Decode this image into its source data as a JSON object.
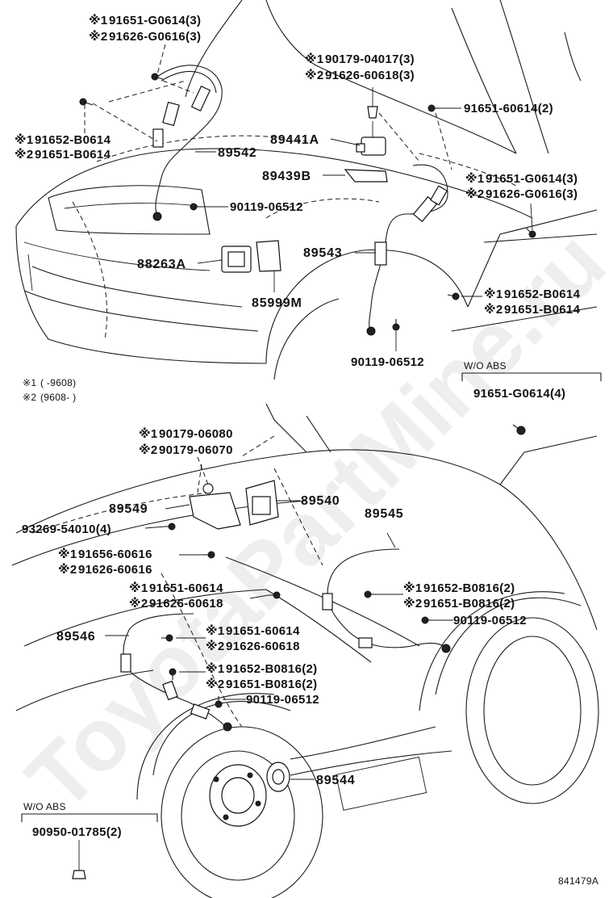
{
  "watermark": "ToyotaPartMine.ru",
  "drawing_number": "841479A",
  "legend": {
    "mark1": "※1",
    "mark2": "※2",
    "range1": "(      -9608)",
    "range2": "(9608-      )"
  },
  "variants": {
    "wo_abs_top": "W/O ABS",
    "wo_abs_bottom": "W/O ABS"
  },
  "parts": {
    "p1": "91651-G0614(3)",
    "p2": "91626-G0616(3)",
    "p3": "90179-04017(3)",
    "p4": "91626-60618(3)",
    "p5": "91651-60614(2)",
    "p6": "91652-B0614",
    "p7": "91651-B0614",
    "p8": "89542",
    "p9": "89441A",
    "p10": "89439B",
    "p11": "91651-G0614(3)",
    "p12": "91626-G0616(3)",
    "p13": "90119-06512",
    "p14": "88263A",
    "p15": "89543",
    "p16": "85999M",
    "p17": "91652-B0614",
    "p18": "91651-B0614",
    "p19": "90119-06512",
    "p20": "91651-G0614(4)",
    "p21": "90179-06080",
    "p22": "90179-06070",
    "p23": "89540",
    "p24": "89549",
    "p25": "89545",
    "p26": "93269-54010(4)",
    "p27": "91656-60616",
    "p28": "91626-60616",
    "p29": "91651-60614",
    "p30": "91626-60618",
    "p31": "91652-B0816(2)",
    "p32": "91651-B0816(2)",
    "p33": "89546",
    "p34": "90119-06512",
    "p35": "91651-60614",
    "p36": "91626-60618",
    "p37": "91652-B0816(2)",
    "p38": "91651-B0816(2)",
    "p39": "90119-06512",
    "p40": "89544",
    "p41": "90950-01785(2)"
  }
}
